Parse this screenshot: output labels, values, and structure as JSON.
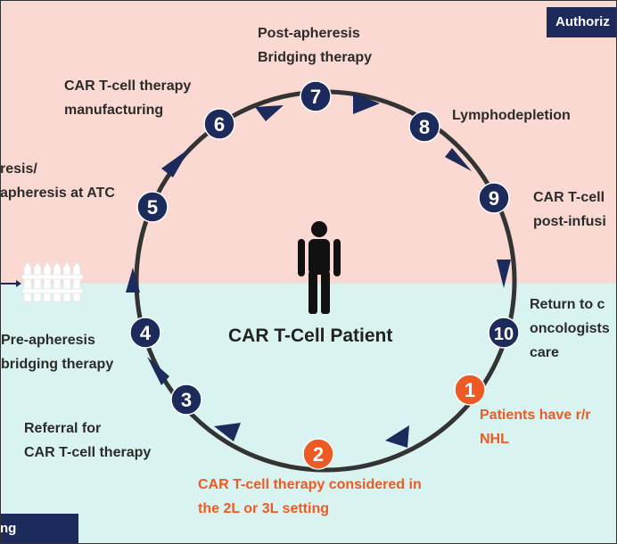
{
  "center_label": "CAR T-Cell Patient",
  "tags": {
    "authorized": "Authoriz",
    "bottom": "ng"
  },
  "steps": [
    {
      "num": "1",
      "lines": [
        "Patients have r/r",
        "NHL"
      ],
      "color": "#ee5a24"
    },
    {
      "num": "2",
      "lines": [
        "CAR T-cell therapy considered in",
        "the 2L or 3L setting"
      ],
      "color": "#ee5a24"
    },
    {
      "num": "3",
      "lines": [
        "Referral for",
        "CAR T-cell therapy"
      ],
      "color": "#1d2a5c"
    },
    {
      "num": "4",
      "lines": [
        "Pre-apheresis",
        "bridging therapy"
      ],
      "color": "#1d2a5c"
    },
    {
      "num": "5",
      "lines": [
        "resis/",
        "apheresis at ATC"
      ],
      "color": "#1d2a5c"
    },
    {
      "num": "6",
      "lines": [
        "CAR T-cell therapy",
        "manufacturing"
      ],
      "color": "#1d2a5c"
    },
    {
      "num": "7",
      "lines": [
        "Post-apheresis",
        "Bridging therapy"
      ],
      "color": "#1d2a5c"
    },
    {
      "num": "8",
      "lines": [
        "Lymphodepletion"
      ],
      "color": "#1d2a5c"
    },
    {
      "num": "9",
      "lines": [
        "CAR T-cell",
        "post-infusi"
      ],
      "color": "#1d2a5c"
    },
    {
      "num": "10",
      "lines": [
        "Return to c",
        "oncologists",
        "care"
      ],
      "color": "#1d2a5c"
    }
  ],
  "colors": {
    "navy": "#1d2a5c",
    "orange": "#ee5a24",
    "top_bg": "#f9d9d2",
    "bottom_bg": "#d9f3f1"
  }
}
